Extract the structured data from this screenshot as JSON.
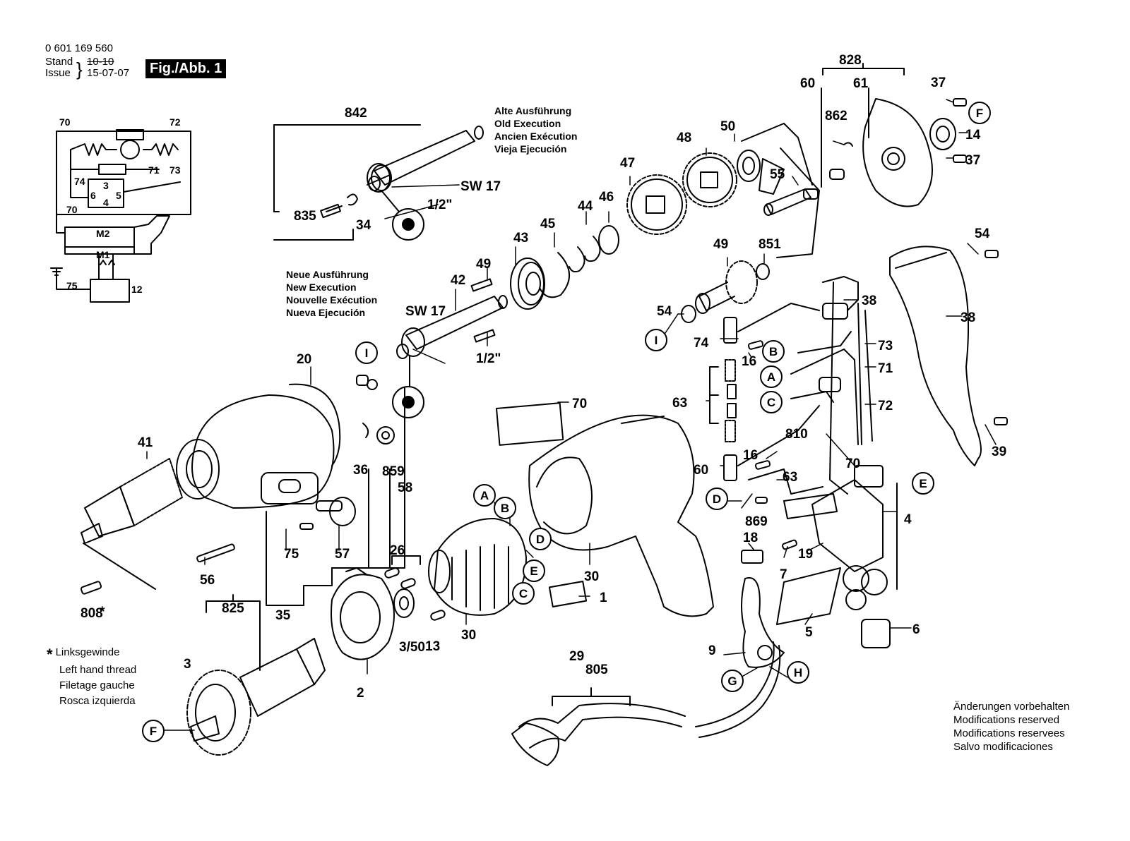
{
  "header": {
    "part_number": "0 601 169 560",
    "stand_label": "Stand",
    "issue_label": "Issue",
    "stand_date": "10-10",
    "issue_date": "15-07-07",
    "figure_tag": "Fig./Abb. 1"
  },
  "notes": {
    "old_execution": [
      "Alte Ausführung",
      "Old Execution",
      "Ancien Exécution",
      "Vieja Ejecución"
    ],
    "new_execution": [
      "Neue Ausführung",
      "New Execution",
      "Nouvelle Exécution",
      "Nueva Ejecución"
    ],
    "left_hand_thread": [
      "Linksgewinde",
      "Left hand thread",
      "Filetage gauche",
      "Rosca izquierda"
    ],
    "modifications": [
      "Änderungen vorbehalten",
      "Modifications reserved",
      "Modifications reservees",
      "Salvo modificaciones"
    ]
  },
  "wiring_labels": [
    "70",
    "72",
    "71",
    "73",
    "74",
    "3",
    "6",
    "5",
    "4",
    "70",
    "M2",
    "M1",
    "75",
    "12"
  ],
  "part_labels": [
    "842",
    "SW 17",
    "1/2\"",
    "835",
    "34",
    "828",
    "60",
    "61",
    "37",
    "862",
    "14",
    "37",
    "50",
    "48",
    "55",
    "47",
    "46",
    "44",
    "45",
    "43",
    "49",
    "42",
    "SW 17",
    "1/2\"",
    "49",
    "851",
    "54",
    "54",
    "38",
    "39",
    "38",
    "73",
    "71",
    "72",
    "74",
    "16",
    "63",
    "810",
    "70",
    "20",
    "41",
    "36",
    "859",
    "58",
    "60",
    "16",
    "63",
    "70",
    "869",
    "18",
    "7",
    "19",
    "4",
    "75",
    "57",
    "56",
    "26",
    "30",
    "1",
    "808",
    "35",
    "825",
    "3",
    "3/50",
    "13",
    "30",
    "2",
    "29",
    "805",
    "5",
    "9",
    "6",
    "12"
  ],
  "callouts": [
    "F",
    "I",
    "I",
    "B",
    "A",
    "C",
    "A",
    "B",
    "D",
    "E",
    "C",
    "D",
    "E",
    "G",
    "H",
    "F"
  ],
  "asterisk": "*"
}
